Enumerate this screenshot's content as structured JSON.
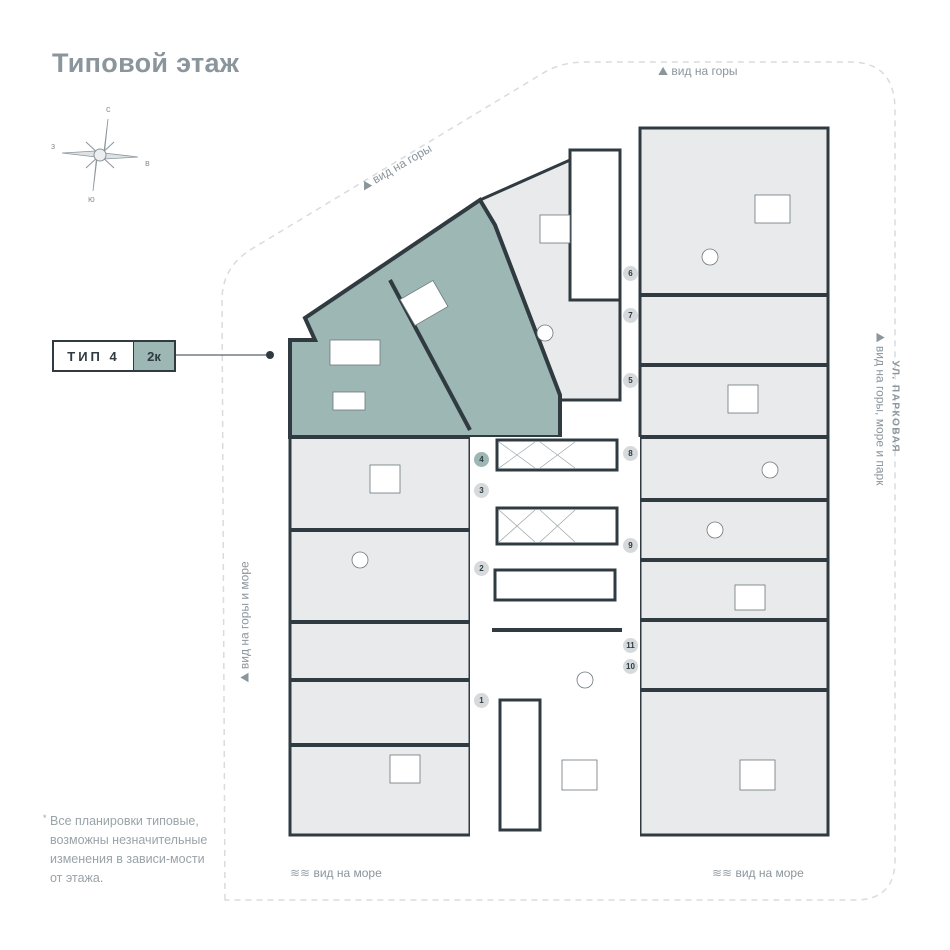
{
  "title": "Типовой этаж",
  "compass": {
    "north": "с",
    "south": "ю",
    "west": "з",
    "east": "в"
  },
  "apartment_tag": {
    "type_label": "ТИП 4",
    "rooms_label": "2к"
  },
  "views": {
    "top": "вид на горы",
    "top_diagonal": "вид на горы",
    "left": "вид на горы и море",
    "right": "вид на горы, море и парк",
    "bottom_left": "вид на море",
    "bottom_right": "вид на море"
  },
  "street": "УЛ. ПАРКОВАЯ",
  "note": {
    "marker": "*",
    "text": "Все планировки типовые, возможны незначительные изменения в зависи-мости от этажа."
  },
  "apartment_numbers": [
    {
      "label": "1",
      "active": false
    },
    {
      "label": "2",
      "active": false
    },
    {
      "label": "3",
      "active": false
    },
    {
      "label": "4",
      "active": true
    },
    {
      "label": "5",
      "active": false
    },
    {
      "label": "6",
      "active": false
    },
    {
      "label": "7",
      "active": false
    },
    {
      "label": "8",
      "active": false
    },
    {
      "label": "9",
      "active": false
    },
    {
      "label": "10",
      "active": false
    },
    {
      "label": "11",
      "active": false
    }
  ],
  "colors": {
    "wall": "#2f3b40",
    "room": "#e8eaeb",
    "highlight": "#9db7b5",
    "text": "#8a959c"
  }
}
